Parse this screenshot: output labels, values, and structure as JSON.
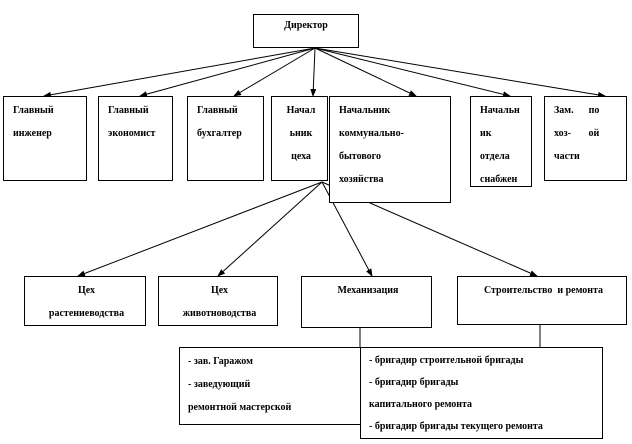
{
  "director": "Директор",
  "level1": [
    {
      "lines": [
        "Главный",
        "инженер"
      ]
    },
    {
      "lines": [
        "Главный",
        "экономист"
      ]
    },
    {
      "lines": [
        "Главный",
        "бухгалтер"
      ]
    },
    {
      "lines": [
        "Начал",
        "ьник",
        "цеха"
      ]
    },
    {
      "lines": [
        "Начальник",
        "коммунально-",
        "бытового",
        "хозяйства"
      ]
    },
    {
      "lines": [
        "Начальн",
        "ик",
        "отдела",
        "снабжен"
      ]
    },
    {
      "lines": [
        "Зам.      по",
        "хоз-       ой",
        "части"
      ]
    }
  ],
  "level2": [
    {
      "lines": [
        "Цех",
        "растениеводства"
      ]
    },
    {
      "lines": [
        "Цех",
        "животноводства"
      ]
    },
    {
      "lines": [
        "Механизация"
      ]
    },
    {
      "lines": [
        "Строительство  и ремонта"
      ]
    }
  ],
  "mechanization_sub": [
    "- зав. Гаражом",
    "- заведующий",
    "ремонтной мастерской"
  ],
  "construction_sub": [
    "- бригадир строительной бригады",
    "- бригадир бригады",
    "капитального  ремонта",
    "- бригадир бригады текущего ремонта"
  ]
}
